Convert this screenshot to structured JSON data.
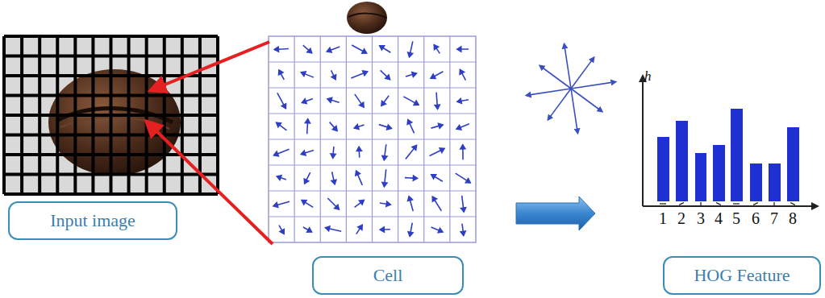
{
  "diagram": {
    "nodes": [
      {
        "text": [
          "Input image"
        ]
      },
      {
        "text": [
          "Cell"
        ]
      },
      {
        "text": [
          "HOG Feature"
        ]
      }
    ],
    "labels": [
      "h",
      "1",
      "2",
      "3",
      "4",
      "5",
      "6",
      "7",
      "8"
    ]
  }
}
